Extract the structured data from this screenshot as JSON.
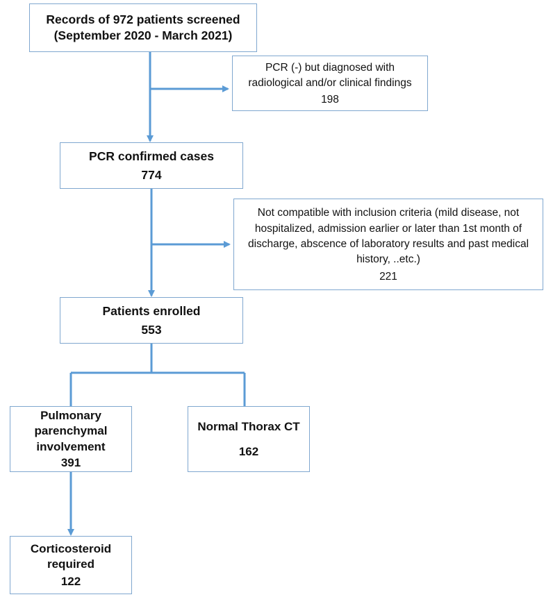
{
  "nodes": {
    "screened": {
      "lines": [
        "Records of 972 patients screened",
        "(September 2020 - March 2021)"
      ]
    },
    "pcr_negative": {
      "lines": [
        "PCR (-) but diagnosed with",
        "radiological and/or clinical findings"
      ],
      "count": "198"
    },
    "pcr_confirmed": {
      "lines": [
        "PCR confirmed cases"
      ],
      "count": "774"
    },
    "excluded": {
      "lines": [
        "Not compatible with inclusion criteria (mild disease, not",
        "hospitalized, admission earlier or later than 1st month of",
        "discharge, abscence of laboratory results and past medical",
        "history, ..etc.)"
      ],
      "count": "221"
    },
    "enrolled": {
      "lines": [
        "Patients enrolled"
      ],
      "count": "553"
    },
    "pulmonary": {
      "lines": [
        "Pulmonary",
        "parenchymal",
        "involvement"
      ],
      "count": "391"
    },
    "normal_ct": {
      "lines": [
        "Normal Thorax CT"
      ],
      "count": "162"
    },
    "corticosteroid": {
      "lines": [
        "Corticosteroid",
        "required"
      ],
      "count": "122"
    }
  },
  "colors": {
    "line": "#5b9bd5",
    "border": "#7fa7cf"
  }
}
